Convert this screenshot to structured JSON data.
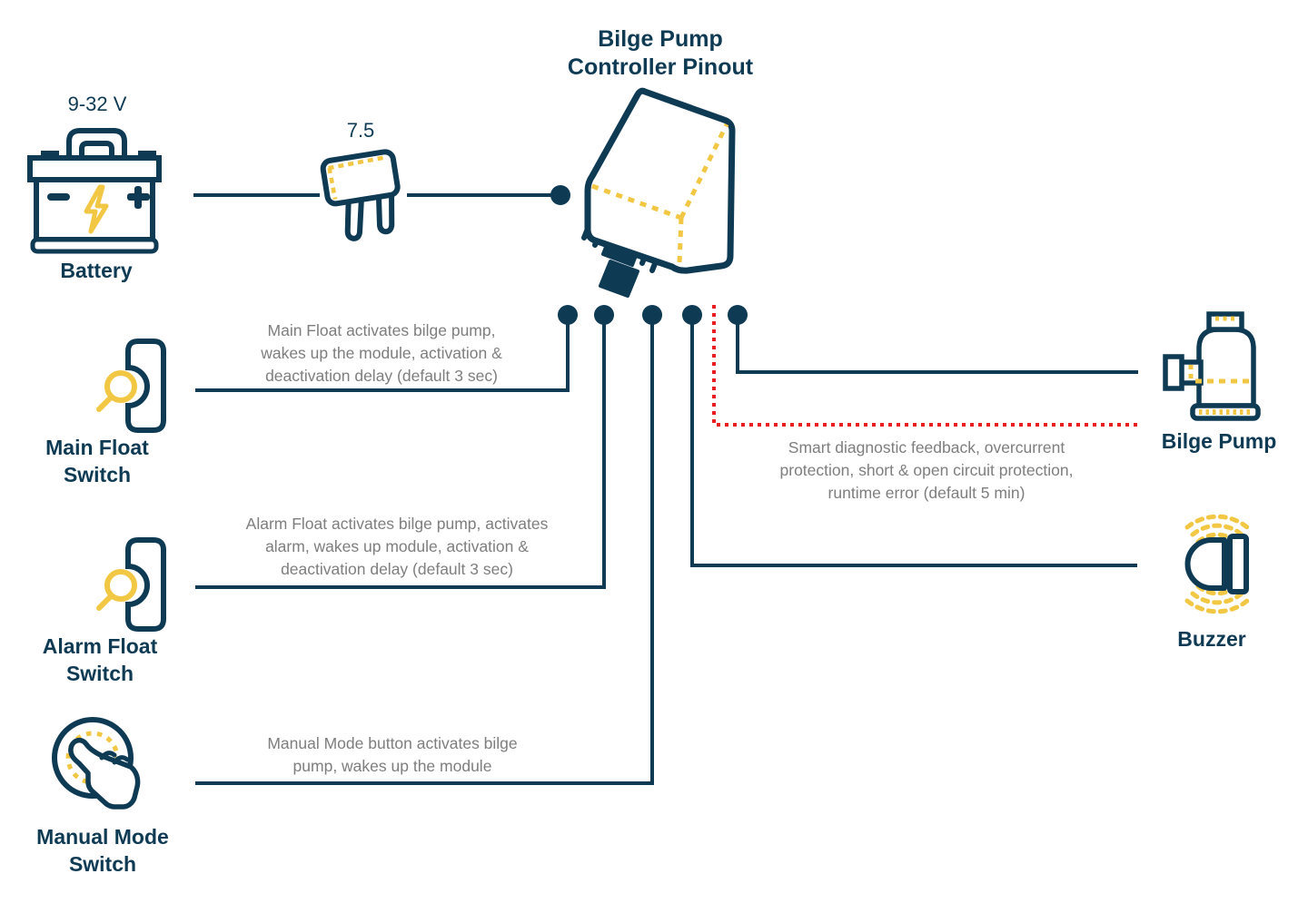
{
  "title": {
    "lines": [
      "Bilge Pump",
      "Controller Pinout"
    ]
  },
  "battery": {
    "voltage": "9-32 V",
    "label": "Battery"
  },
  "fuse": {
    "rating": "7.5"
  },
  "connections": {
    "main_float": {
      "label_lines": [
        "Main Float",
        "Switch"
      ],
      "desc_lines": [
        "Main Float activates bilge pump,",
        "wakes up the module, activation &",
        "deactivation delay (default 3 sec)"
      ]
    },
    "alarm_float": {
      "label_lines": [
        "Alarm Float",
        "Switch"
      ],
      "desc_lines": [
        "Alarm Float activates bilge pump, activates",
        "alarm, wakes up module, activation &",
        "deactivation delay (default 3 sec)"
      ]
    },
    "manual_mode": {
      "label_lines": [
        "Manual Mode",
        "Switch"
      ],
      "desc_lines": [
        "Manual Mode button activates bilge",
        "pump, wakes up the module"
      ]
    },
    "diagnostic": {
      "desc_lines": [
        "Smart diagnostic feedback, overcurrent",
        "protection, short & open circuit protection,",
        "runtime error (default 5 min)"
      ]
    },
    "bilge_pump": {
      "label": "Bilge Pump"
    },
    "buzzer": {
      "label": "Buzzer"
    }
  },
  "icons": [
    "battery-icon",
    "fuse-icon",
    "controller-relay-icon",
    "float-switch-icon",
    "manual-mode-switch-icon",
    "bilge-pump-icon",
    "buzzer-icon"
  ],
  "colors": {
    "navy": "#0E3A54",
    "yellow": "#F2C744",
    "gray_text": "#7E7E7E",
    "red": "#E81C21"
  }
}
